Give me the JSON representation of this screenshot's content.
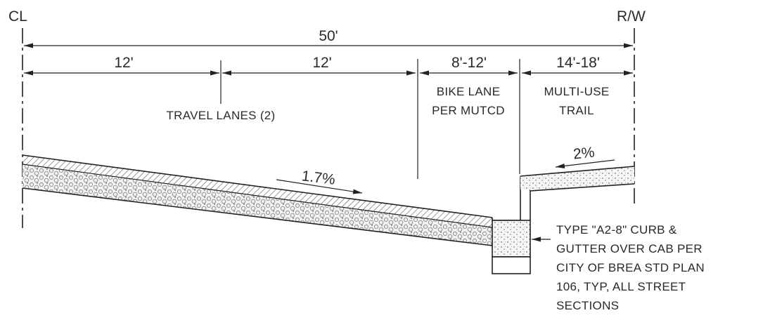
{
  "header": {
    "centerline_label": "CL",
    "right_of_way_label": "R/W"
  },
  "dimensions": {
    "total": "50'",
    "lane_1": "12'",
    "lane_2": "12'",
    "bike_lane": "8'-12'",
    "trail": "14'-18'"
  },
  "zones": {
    "travel_lanes": "TRAVEL LANES (2)",
    "bike_lane": [
      "BIKE LANE",
      "PER MUTCD"
    ],
    "trail": [
      "MULTI-USE",
      "TRAIL"
    ]
  },
  "slopes": {
    "roadway": "1.7%",
    "trail": "2%"
  },
  "note": [
    "TYPE \"A2-8\" CURB &",
    "GUTTER OVER CAB PER",
    "CITY OF BREA STD PLAN",
    "106, TYP, ALL STREET",
    "SECTIONS"
  ]
}
